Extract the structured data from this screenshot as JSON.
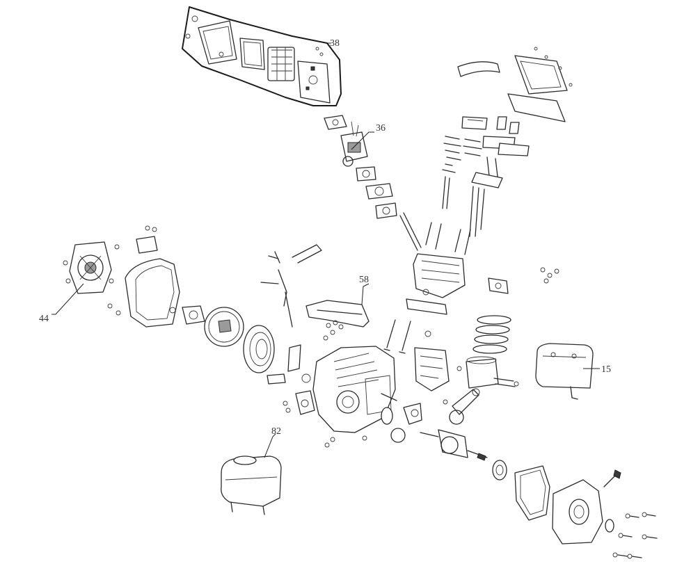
{
  "callouts": {
    "air_filter": "38",
    "carburetor": "36",
    "recoil_starter": "44",
    "throttle_linkage": "58",
    "muffler": "15",
    "fuel_tank": "82"
  }
}
